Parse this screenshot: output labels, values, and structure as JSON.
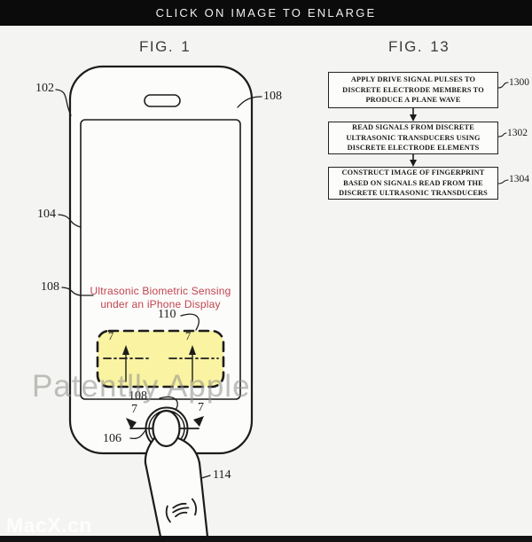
{
  "banner": {
    "text": "CLICK ON IMAGE TO ENLARGE"
  },
  "watermarks": {
    "patently": "Patentlly Apple",
    "macx": "MacX.cn"
  },
  "fig1": {
    "title": "FIG. 1",
    "annotation": {
      "line1": "Ultrasonic Biometric Sensing",
      "line2": "under an iPhone Display"
    },
    "refs": {
      "housing": "102",
      "top_right": "108",
      "display": "104",
      "display_mid": "108",
      "sensing_region": "110",
      "home_ring": "108",
      "home_button": "106",
      "finger": "114",
      "section_left": "7",
      "section_right": "7",
      "region_left": "7",
      "region_right": "7"
    },
    "colors": {
      "annotation_red": "#c2444e",
      "sensing_region_fill": "#f9f3a2",
      "line_color": "#1c1c1c"
    }
  },
  "fig13": {
    "title": "FIG. 13",
    "steps": [
      {
        "text": "APPLY DRIVE SIGNAL PULSES TO DISCRETE ELECTRODE MEMBERS TO PRODUCE A PLANE WAVE",
        "ref": "1300"
      },
      {
        "text": "READ SIGNALS FROM DISCRETE ULTRASONIC TRANSDUCERS USING DISCRETE ELECTRODE ELEMENTS",
        "ref": "1302"
      },
      {
        "text": "CONSTRUCT IMAGE OF FINGERPRINT BASED ON SIGNALS READ FROM THE DISCRETE ULTRASONIC TRANSDUCERS",
        "ref": "1304"
      }
    ]
  }
}
